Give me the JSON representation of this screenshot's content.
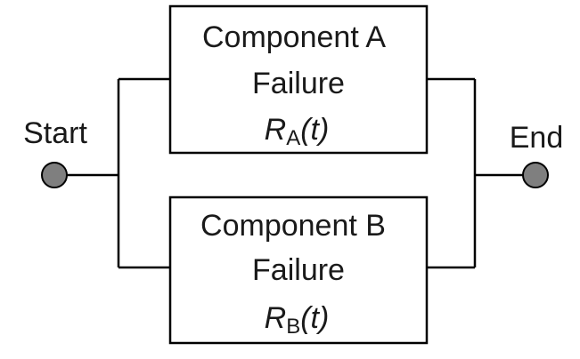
{
  "start_label": "Start",
  "end_label": "End",
  "colors": {
    "line": "#000000",
    "node_fill": "#7f7f7f",
    "text": "#1a1a1a",
    "background": "#ffffff"
  },
  "components": [
    {
      "title": "Component A",
      "subtitle": "Failure",
      "symbol": "R",
      "subscript": "A",
      "argument": "(t)"
    },
    {
      "title": "Component B",
      "subtitle": "Failure",
      "symbol": "R",
      "subscript": "B",
      "argument": "(t)"
    }
  ]
}
